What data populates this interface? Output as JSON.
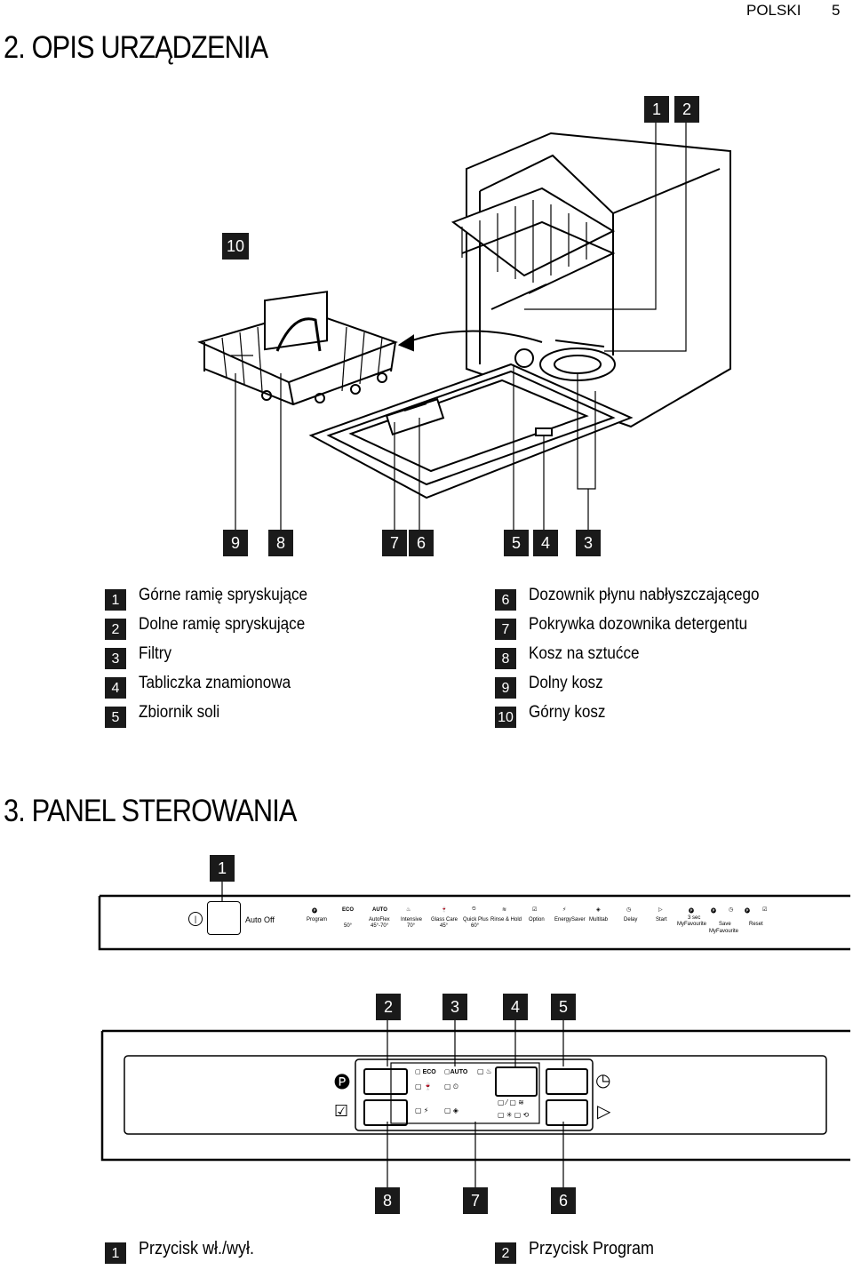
{
  "header": {
    "language": "POLSKI",
    "page_number": "5"
  },
  "section2": {
    "title": "2. OPIS URZĄDZENIA",
    "callouts": [
      "1",
      "2",
      "10",
      "9",
      "8",
      "7",
      "6",
      "5",
      "4",
      "3"
    ],
    "legend_left": [
      {
        "num": "1",
        "text": "Górne ramię spryskujące"
      },
      {
        "num": "2",
        "text": "Dolne ramię spryskujące"
      },
      {
        "num": "3",
        "text": "Filtry"
      },
      {
        "num": "4",
        "text": "Tabliczka znamionowa"
      },
      {
        "num": "5",
        "text": "Zbiornik soli"
      }
    ],
    "legend_right": [
      {
        "num": "6",
        "text": "Dozownik płynu nabłyszczającego"
      },
      {
        "num": "7",
        "text": "Pokrywka dozownika detergentu"
      },
      {
        "num": "8",
        "text": "Kosz na sztućce"
      },
      {
        "num": "9",
        "text": "Dolny kosz"
      },
      {
        "num": "10",
        "text": "Górny kosz"
      }
    ]
  },
  "section3": {
    "title": "3. PANEL STEROWANIA",
    "top_panel": {
      "callout": "1",
      "auto_off": "Auto Off",
      "program_labels": [
        {
          "icon": "P",
          "lines": [
            "Program"
          ]
        },
        {
          "icon": "ECO",
          "lines": [
            "",
            "50°"
          ]
        },
        {
          "icon": "AUTO",
          "lines": [
            "AutoFlex",
            "45°-70°"
          ]
        },
        {
          "icon": "pot",
          "lines": [
            "Intensive",
            "70°"
          ]
        },
        {
          "icon": "glass",
          "lines": [
            "Glass Care",
            "45°"
          ]
        },
        {
          "icon": "quick",
          "lines": [
            "Quick Plus",
            "60°"
          ]
        },
        {
          "icon": "rinse",
          "lines": [
            "Rinse & Hold"
          ]
        },
        {
          "icon": "check",
          "lines": [
            "Option"
          ]
        },
        {
          "icon": "energy",
          "lines": [
            "EnergySaver"
          ]
        },
        {
          "icon": "multitab",
          "lines": [
            "Multitab"
          ]
        },
        {
          "icon": "clock",
          "lines": [
            "Delay"
          ]
        },
        {
          "icon": "play",
          "lines": [
            "Start"
          ]
        }
      ],
      "right_labels": {
        "sec": "3 sec",
        "my_favourite": "MyFavourite",
        "save": "Save",
        "save_sub": "MyFavourite",
        "reset": "Reset"
      }
    },
    "bottom_panel": {
      "callouts_top": [
        "2",
        "3",
        "4",
        "5"
      ],
      "callouts_bottom": [
        "8",
        "7",
        "6"
      ],
      "display_labels": {
        "eco": "ECO",
        "auto": "AUTO"
      }
    },
    "legend": [
      {
        "num": "1",
        "text": "Przycisk wł./wył."
      },
      {
        "num": "2",
        "text": "Przycisk Program"
      }
    ]
  }
}
